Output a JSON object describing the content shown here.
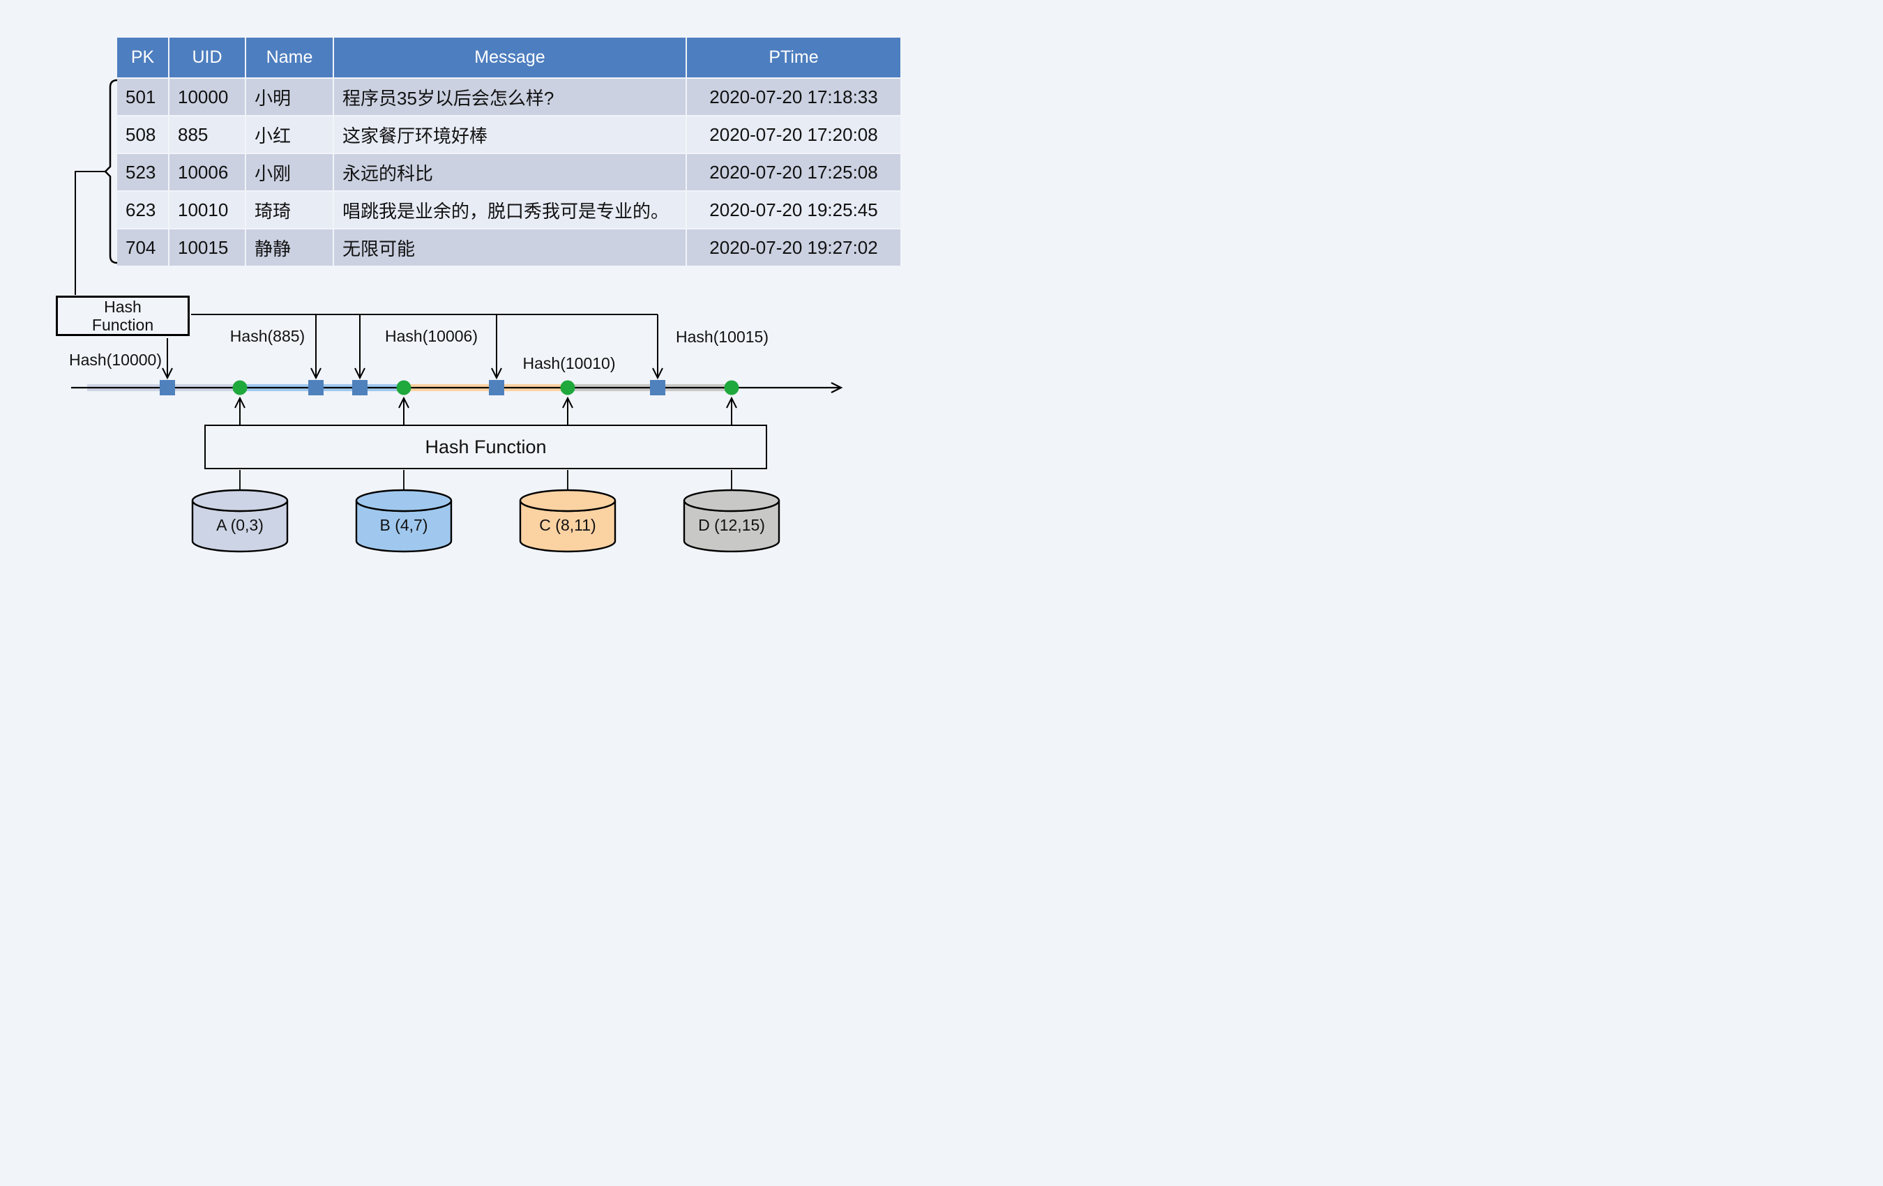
{
  "page": {
    "background": "#f1f4f9"
  },
  "table": {
    "header_bg": "#4d7ebf",
    "row_bg_odd": "#cbd1e1",
    "row_bg_even": "#e8ecf5",
    "columns": [
      "PK",
      "UID",
      "Name",
      "Message",
      "PTime"
    ],
    "rows": [
      [
        "501",
        "10000",
        "小明",
        "程序员35岁以后会怎么样?",
        "2020-07-20 17:18:33"
      ],
      [
        "508",
        "885",
        "小红",
        "这家餐厅环境好棒",
        "2020-07-20 17:20:08"
      ],
      [
        "523",
        "10006",
        "小刚",
        "永远的科比",
        "2020-07-20 17:25:08"
      ],
      [
        "623",
        "10010",
        "琦琦",
        "唱跳我是业余的，脱口秀我可是专业的。",
        "2020-07-20 19:25:45"
      ],
      [
        "704",
        "10015",
        "静静",
        "无限可能",
        "2020-07-20 19:27:02"
      ]
    ]
  },
  "hash_function_top": {
    "line1": "Hash",
    "line2": "Function"
  },
  "hash_calls": [
    {
      "label": "Hash(10000)"
    },
    {
      "label": "Hash(885)"
    },
    {
      "label": "Hash(10006)"
    },
    {
      "label": "Hash(10010)"
    },
    {
      "label": "Hash(10015)"
    }
  ],
  "hash_function_bottom": {
    "label": "Hash Function"
  },
  "markers": {
    "slot_color": "#4f81bd",
    "boundary_color": "#1fa83c"
  },
  "shards": [
    {
      "label": "A (0,3)",
      "color": "#ccd4e5"
    },
    {
      "label": "B (4,7)",
      "color": "#a0c8ee"
    },
    {
      "label": "C (8,11)",
      "color": "#fbd2a2"
    },
    {
      "label": "D (12,15)",
      "color": "#c8c8c6"
    }
  ]
}
